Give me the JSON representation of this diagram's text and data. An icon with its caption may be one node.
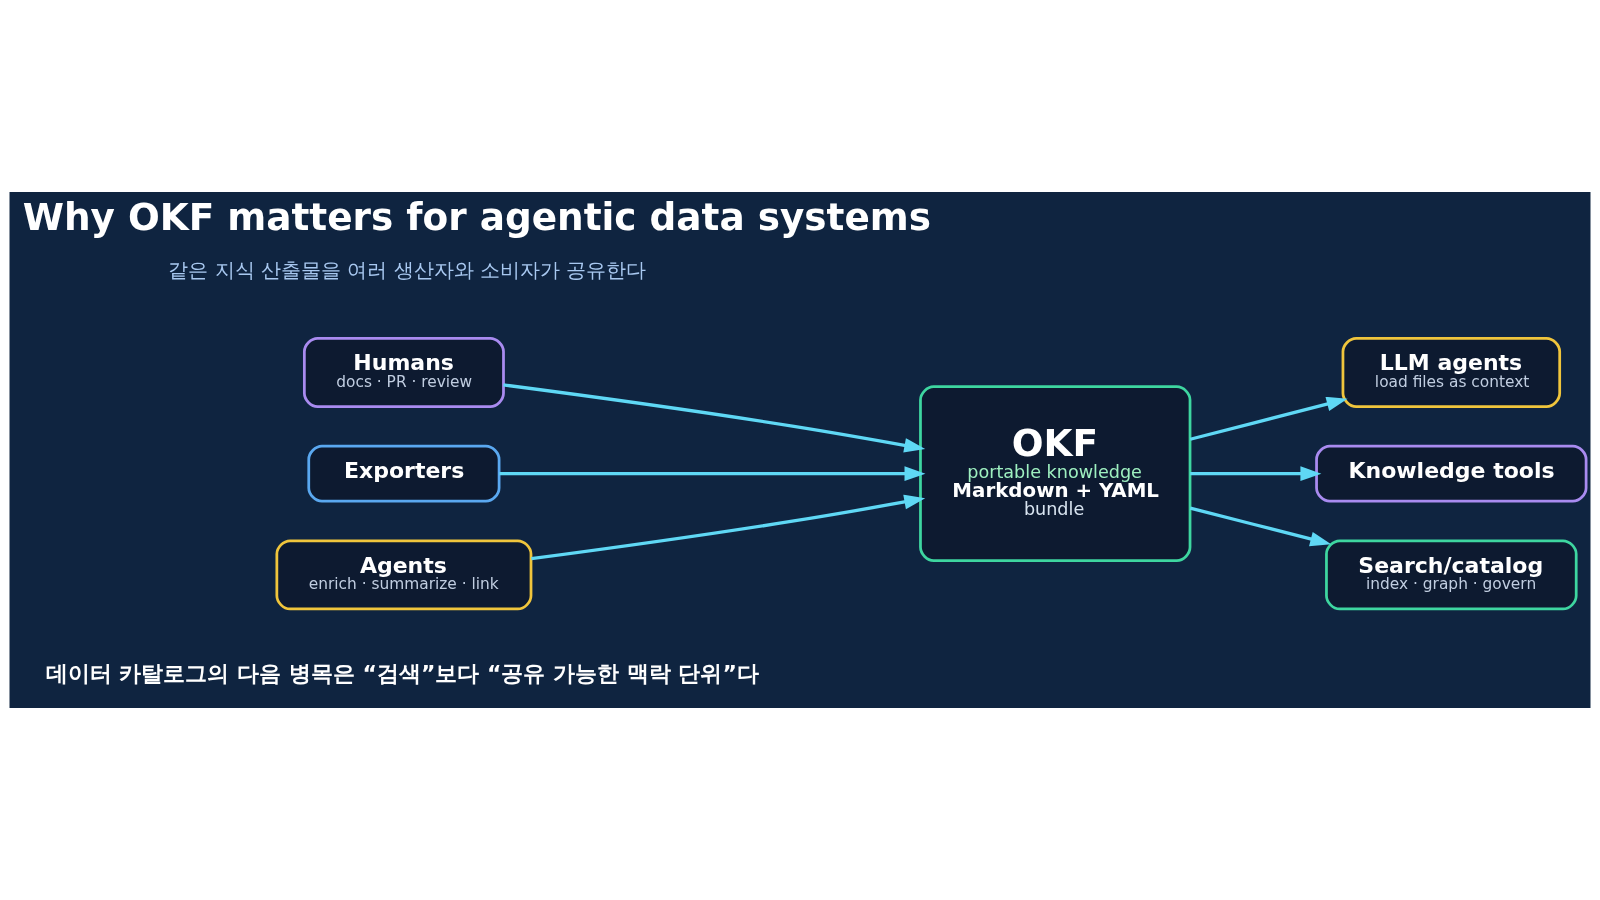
{
  "diagram": {
    "title": "Why OKF matters for agentic data systems",
    "nodes": [
      {
        "text": [
          "Humans",
          "docs · PR · review"
        ]
      },
      {
        "text": [
          "Exporters"
        ]
      },
      {
        "text": [
          "Agents",
          "enrich · summarize · link"
        ]
      },
      {
        "text": [
          "OKF",
          "portable knowledge",
          "Markdown + YAML",
          "bundle"
        ]
      },
      {
        "text": [
          "LLM agents",
          "load files as context"
        ]
      },
      {
        "text": [
          "Knowledge tools"
        ]
      },
      {
        "text": [
          "Search/catalog",
          "index · graph · govern"
        ]
      }
    ],
    "edges": [
      {
        "from": 0,
        "to": 3,
        "arrow": "to"
      },
      {
        "from": 1,
        "to": 3,
        "arrow": "to"
      },
      {
        "from": 2,
        "to": 3,
        "arrow": "to"
      },
      {
        "from": 3,
        "to": 4,
        "arrow": "to"
      },
      {
        "from": 3,
        "to": 5,
        "arrow": "to"
      },
      {
        "from": 3,
        "to": 6,
        "arrow": "to"
      }
    ],
    "labels": [
      "같은 지식 산출물을 여러 생산자와 소비자가 공유한다",
      "데이터 카탈로그의 다음 병목은 “검색”보다 “공유 가능한 맥락 단위”다"
    ]
  }
}
